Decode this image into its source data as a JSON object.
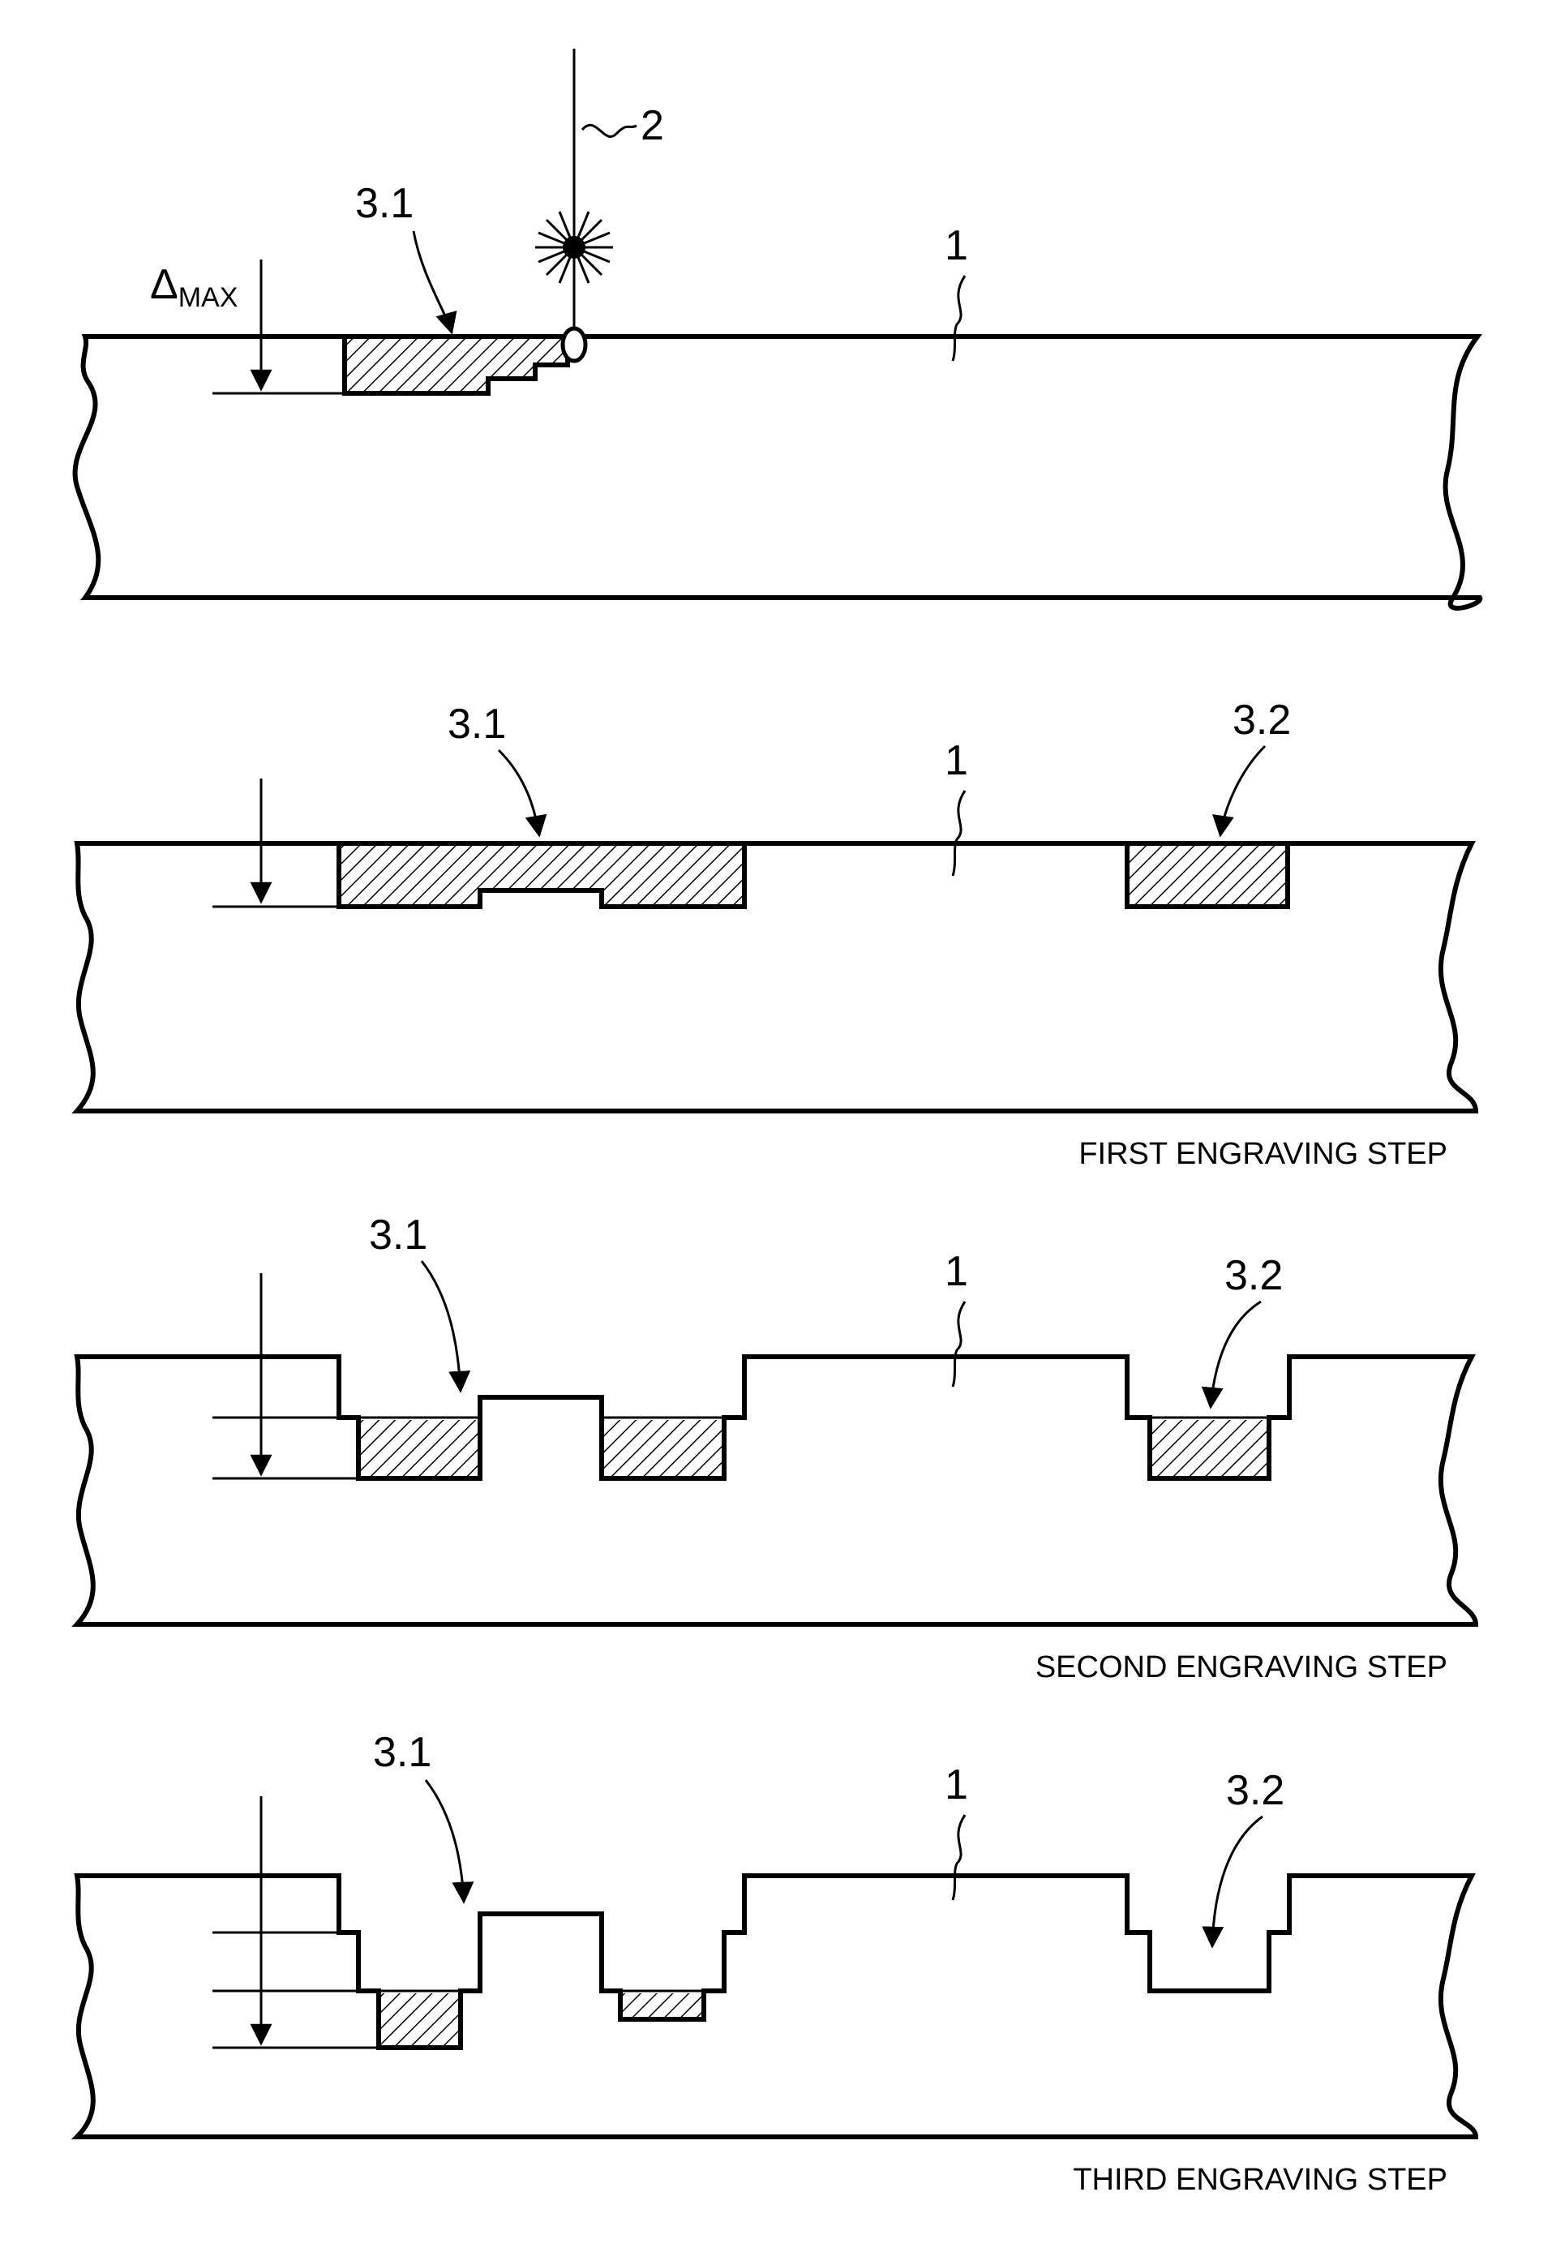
{
  "panels": [
    {
      "id": "panel-1",
      "labels": {
        "workpiece": "1",
        "laser": "2",
        "cavity_a": "3.1",
        "delta": "Δ",
        "delta_sub": "MAX"
      },
      "caption": ""
    },
    {
      "id": "panel-2",
      "labels": {
        "workpiece": "1",
        "cavity_a": "3.1",
        "cavity_b": "3.2"
      },
      "caption": "FIRST ENGRAVING STEP"
    },
    {
      "id": "panel-3",
      "labels": {
        "workpiece": "1",
        "cavity_a": "3.1",
        "cavity_b": "3.2"
      },
      "caption": "SECOND ENGRAVING STEP"
    },
    {
      "id": "panel-4",
      "labels": {
        "workpiece": "1",
        "cavity_a": "3.1",
        "cavity_b": "3.2"
      },
      "caption": "THIRD ENGRAVING STEP"
    }
  ]
}
